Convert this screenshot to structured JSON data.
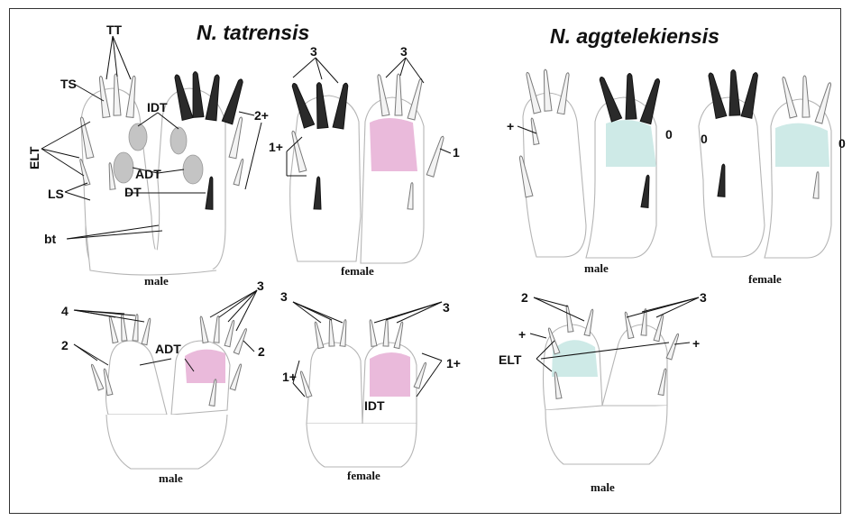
{
  "titles": {
    "left": "N. tatrensis",
    "right": "N. aggtelekiensis"
  },
  "captions": {
    "tat_top_male": "male",
    "tat_top_female": "female",
    "tat_bottom_male": "male",
    "tat_bottom_female": "female",
    "agg_top_male": "male",
    "agg_top_female": "female",
    "agg_bottom_male": "male"
  },
  "labels": {
    "TT": "TT",
    "TS": "TS",
    "ELT": "ELT",
    "IDT": "IDT",
    "ADT": "ADT",
    "LS": "LS",
    "DT": "DT",
    "bt": "bt",
    "two_plus": "2+",
    "one_plus": "1+",
    "one": "1",
    "two": "2",
    "three": "3",
    "four": "4",
    "plus": "+",
    "zero": "0"
  },
  "colors": {
    "pink": "#e6aed5",
    "teal": "#c9e8e4",
    "dark_seta": "#2a2a2a"
  }
}
